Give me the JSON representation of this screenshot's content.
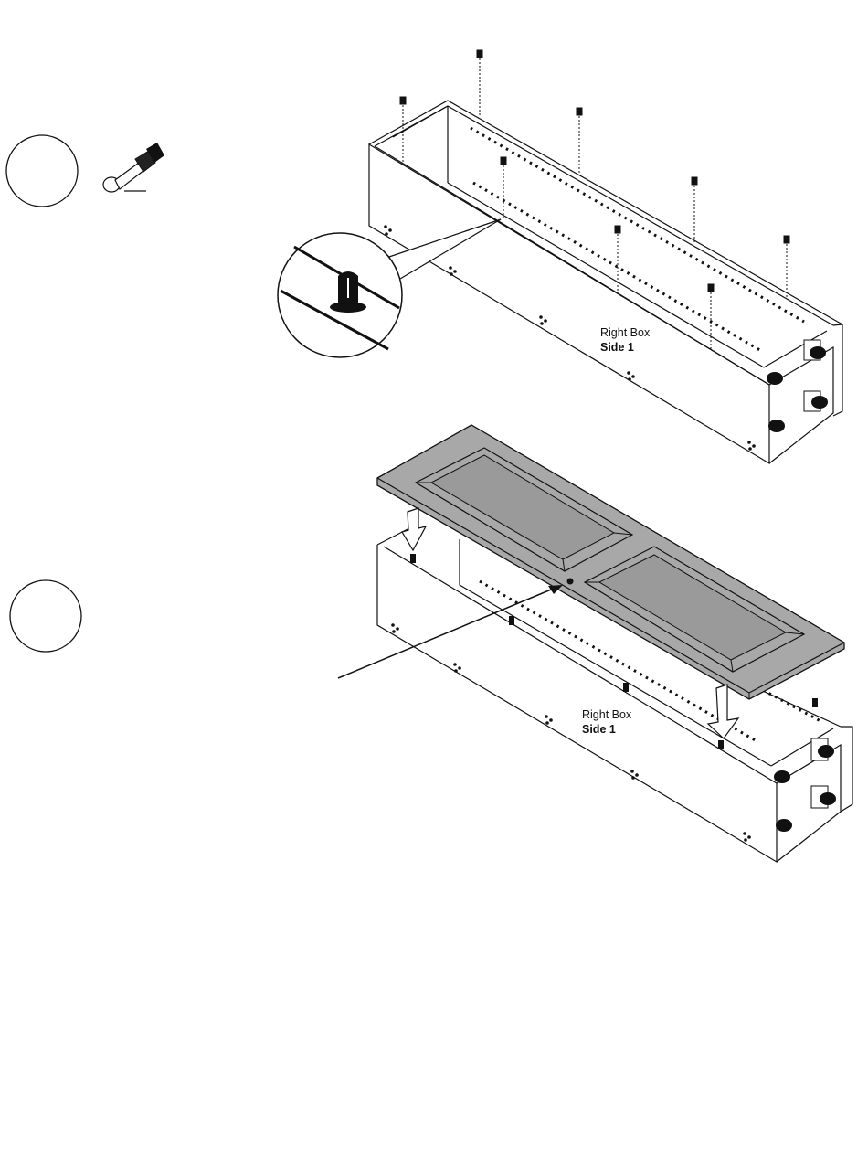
{
  "step_one": {
    "box_label": "Right Box",
    "side_label": "Side 1",
    "part_icon": "hinge-pin-icon",
    "detail_icon": "magnified-pin-detail-icon"
  },
  "step_two": {
    "box_label": "Right Box",
    "side_label": "Side 1",
    "panel_icon": "raised-panel-top-icon"
  },
  "colors": {
    "line": "#111111",
    "panel_fill": "#a8a8a8",
    "panel_inset": "#9a9a9a",
    "background": "#ffffff"
  }
}
